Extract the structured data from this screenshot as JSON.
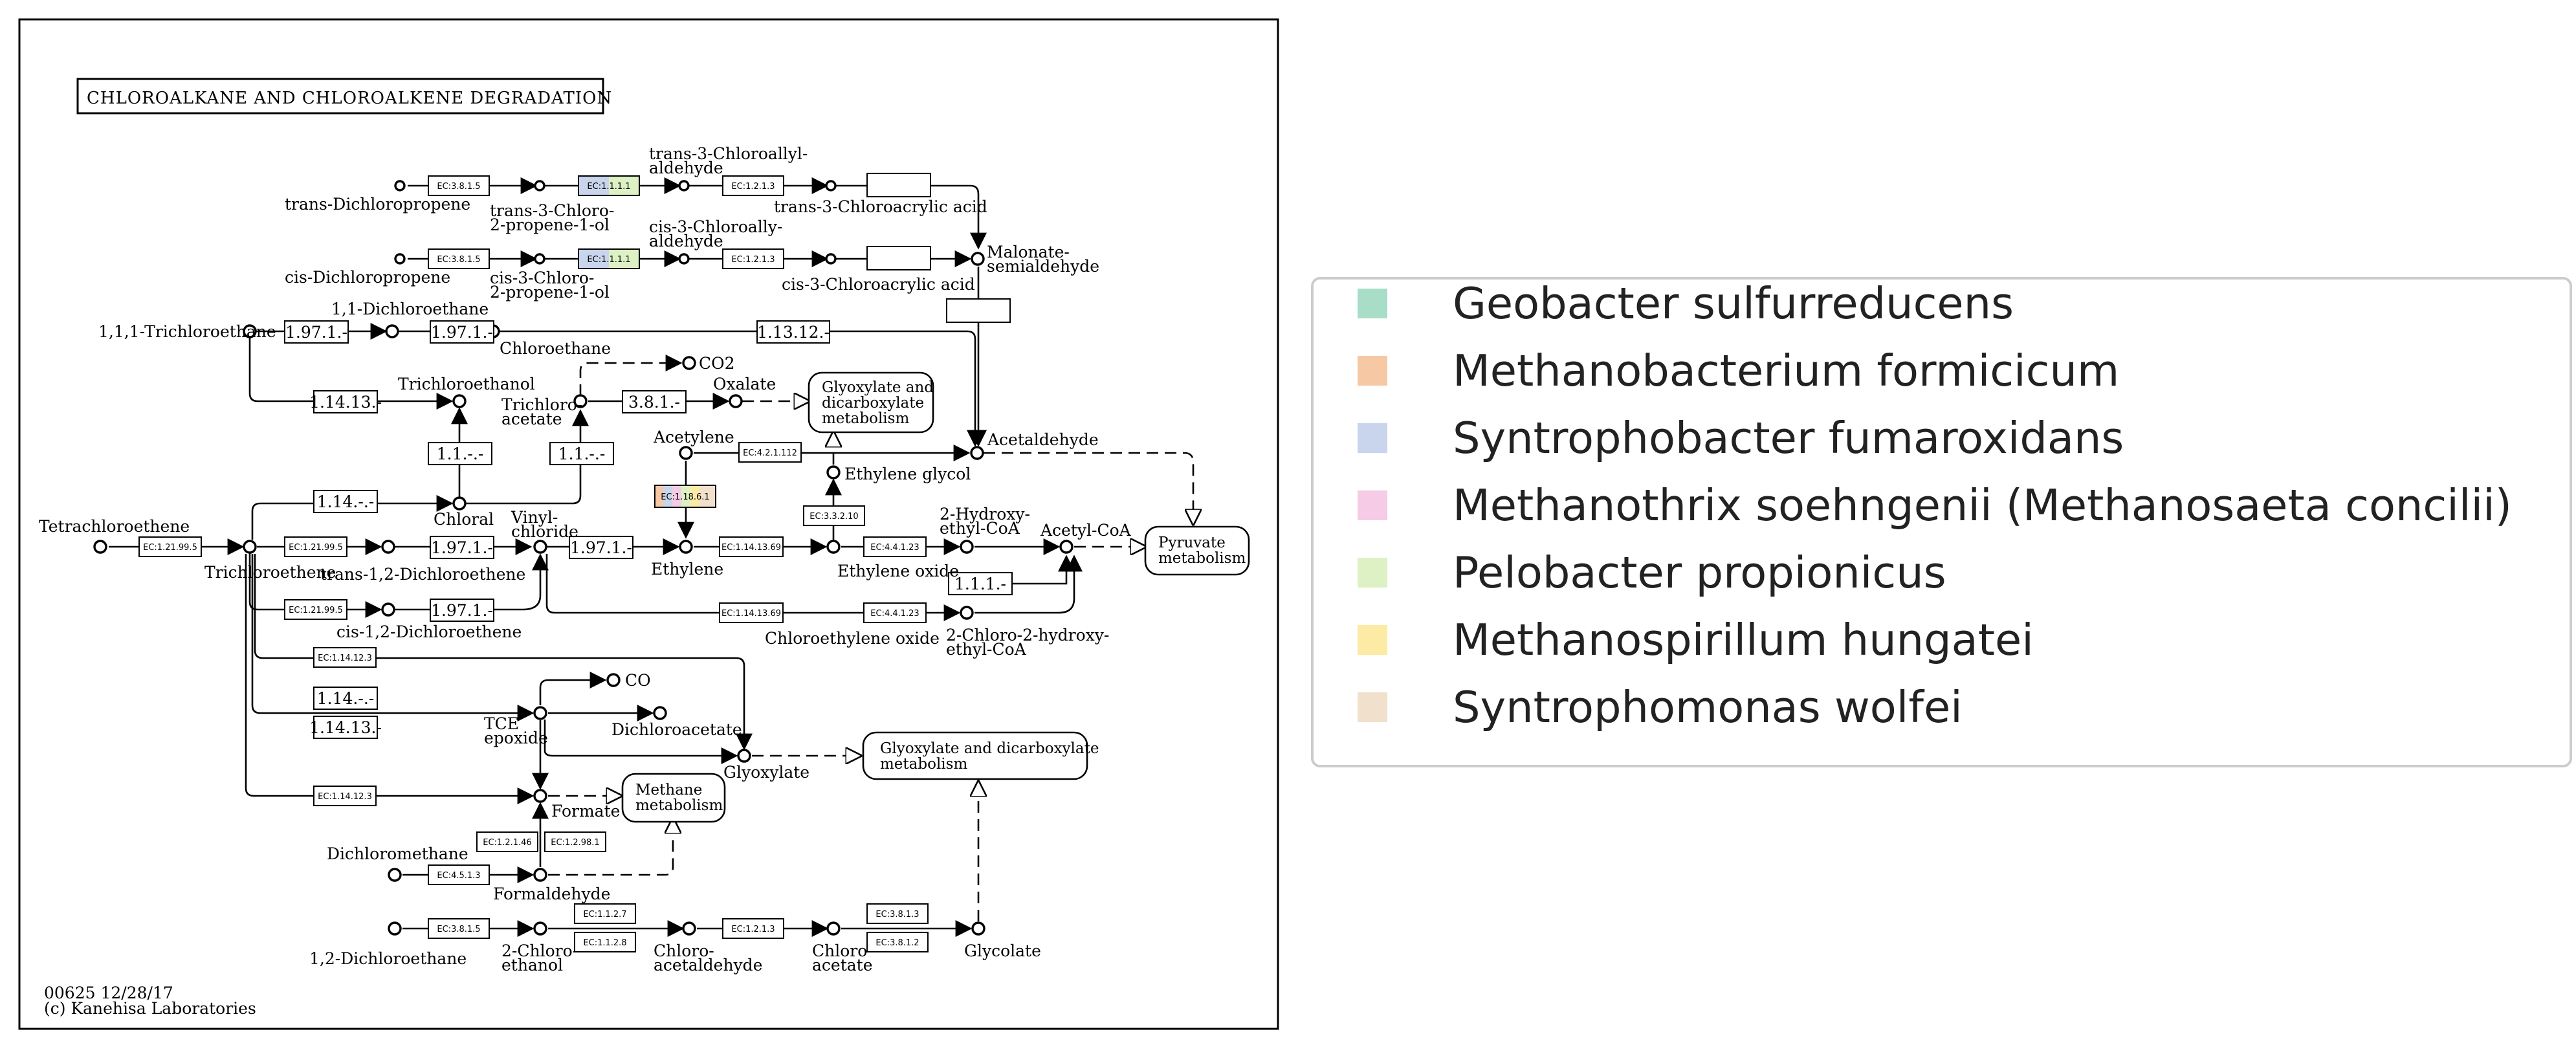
{
  "map": {
    "title": "CHLOROALKANE AND CHLOROALKENE DEGRADATION",
    "footer_id": "00625 12/28/17",
    "footer_copyright": "(c) Kanehisa Laboratories",
    "compounds": {
      "trans_dichloropropene": "trans-Dichloropropene",
      "trans3_chloro1": "trans-3-Chloro-",
      "trans3_chloro2": "2-propene-1-ol",
      "trans3_chloroallyl1": "trans-3-Chloroallyl-",
      "trans3_chloroallyl2": "aldehyde",
      "trans3_chloroacrylic": "trans-3-Chloroacrylic acid",
      "cis_dichloropropene": "cis-Dichloropropene",
      "cis3_chloro1": "cis-3-Chloro-",
      "cis3_chloro2": "2-propene-1-ol",
      "cis3_chloroally1": "cis-3-Chloroally-",
      "cis3_chloroally2": "aldehyde",
      "cis3_chloroacrylic": "cis-3-Chloroacrylic acid",
      "malonate1": "Malonate-",
      "malonate2": "semialdehyde",
      "trichloroethane": "1,1,1-Trichloroethane",
      "dichloroethane11": "1,1-Dichloroethane",
      "chloroethane": "Chloroethane",
      "trichloroethanol": "Trichloroethanol",
      "co2": "CO2",
      "trichloroacetate1": "Trichloro-",
      "trichloroacetate2": "acetate",
      "oxalate": "Oxalate",
      "acetylene": "Acetylene",
      "acetaldehyde": "Acetaldehyde",
      "ethylene_glycol": "Ethylene glycol",
      "tetrachloroethene": "Tetrachloroethene",
      "trichloroethene": "Trichloroethene",
      "chloral": "Chloral",
      "vinyl_chloride1": "Vinyl-",
      "vinyl_chloride2": "chloride",
      "trans12": "trans-1,2-Dichloroethene",
      "ethylene": "Ethylene",
      "ethylene_oxide": "Ethylene oxide",
      "hydroxyethylcoa1": "2-Hydroxy-",
      "hydroxyethylcoa2": "ethyl-CoA",
      "acetylcoa": "Acetyl-CoA",
      "cis12": "cis-1,2-Dichloroethene",
      "chloroethylene_oxide": "Chloroethylene oxide",
      "chlorohydroxy1": "2-Chloro-2-hydroxy-",
      "chlorohydroxy2": "ethyl-CoA",
      "co": "CO",
      "dichloroacetate": "Dichloroacetate",
      "tce_epoxide1": "TCE",
      "tce_epoxide2": "epoxide",
      "glyoxylate": "Glyoxylate",
      "formate": "Formate",
      "dichloromethane": "Dichloromethane",
      "formaldehyde": "Formaldehyde",
      "dichloroethane12": "1,2-Dichloroethane",
      "chloroethanol1": "2-Chloro-",
      "chloroethanol2": "ethanol",
      "chloroacetaldehyde1": "Chloro-",
      "chloroacetaldehyde2": "acetaldehyde",
      "chloroacetate1": "Chloro-",
      "chloroacetate2": "acetate",
      "glycolate": "Glycolate"
    },
    "pathways": {
      "glyoxylate_top1": "Glyoxylate and",
      "glyoxylate_top2": "dicarboxylate",
      "glyoxylate_top3": "metabolism",
      "pyruvate1": "Pyruvate",
      "pyruvate2": "metabolism",
      "methane1": "Methane",
      "methane2": "metabolism",
      "glyoxylate_bottom1": "Glyoxylate and dicarboxylate",
      "glyoxylate_bottom2": "metabolism"
    },
    "enzymes": {
      "e1": "EC:3.8.1.5",
      "e2": "EC:1.1.1.1",
      "e3": "EC:1.2.1.3",
      "e4": "EC:3.8.1.5",
      "e5": "EC:1.1.1.1",
      "e6": "EC:1.2.1.3",
      "e7": "1.97.1.-",
      "e8": "1.97.1.-",
      "e9": "1.13.12.-",
      "e10": "1.14.13.-",
      "e11": "3.8.1.-",
      "e12": "1.1.-.-",
      "e13": "1.1.-.-",
      "e14": "EC:4.2.1.112",
      "e15": "1.14.-.-",
      "e16": "EC:1.18.6.1",
      "e17": "EC:3.3.2.10",
      "e18": "EC:1.21.99.5",
      "e19": "EC:1.21.99.5",
      "e20": "1.97.1.-",
      "e21": "1.97.1.-",
      "e22": "EC:1.14.13.69",
      "e23": "EC:4.4.1.23",
      "e24": "1.1.1.-",
      "e25": "EC:1.21.99.5",
      "e26": "1.97.1.-",
      "e27": "EC:1.14.13.69",
      "e28": "EC:4.4.1.23",
      "e29": "EC:1.14.12.3",
      "e30": "1.14.-.-",
      "e31": "1.14.13.-",
      "e32": "EC:1.14.12.3",
      "e33": "EC:1.2.1.46",
      "e34": "EC:1.2.98.1",
      "e35": "EC:4.5.1.3",
      "e36": "EC:3.8.1.5",
      "e37": "EC:1.1.2.7",
      "e38": "EC:1.1.2.8",
      "e39": "EC:1.2.1.3",
      "e40": "EC:3.8.1.3",
      "e41": "EC:3.8.1.2"
    }
  },
  "legend": {
    "items": [
      {
        "name": "Geobacter sulfurreducens",
        "color": "#a8ddc8"
      },
      {
        "name": "Methanobacterium formicicum",
        "color": "#f7c8a4"
      },
      {
        "name": "Syntrophobacter fumaroxidans",
        "color": "#c9d5ec"
      },
      {
        "name": "Methanothrix soehngenii (Methanosaeta concilii)",
        "color": "#f5cbe6"
      },
      {
        "name": "Pelobacter propionicus",
        "color": "#ddf1c4"
      },
      {
        "name": "Methanospirillum hungatei",
        "color": "#fdeaa4"
      },
      {
        "name": "Syntrophomonas wolfei",
        "color": "#f1e0cb"
      }
    ]
  }
}
